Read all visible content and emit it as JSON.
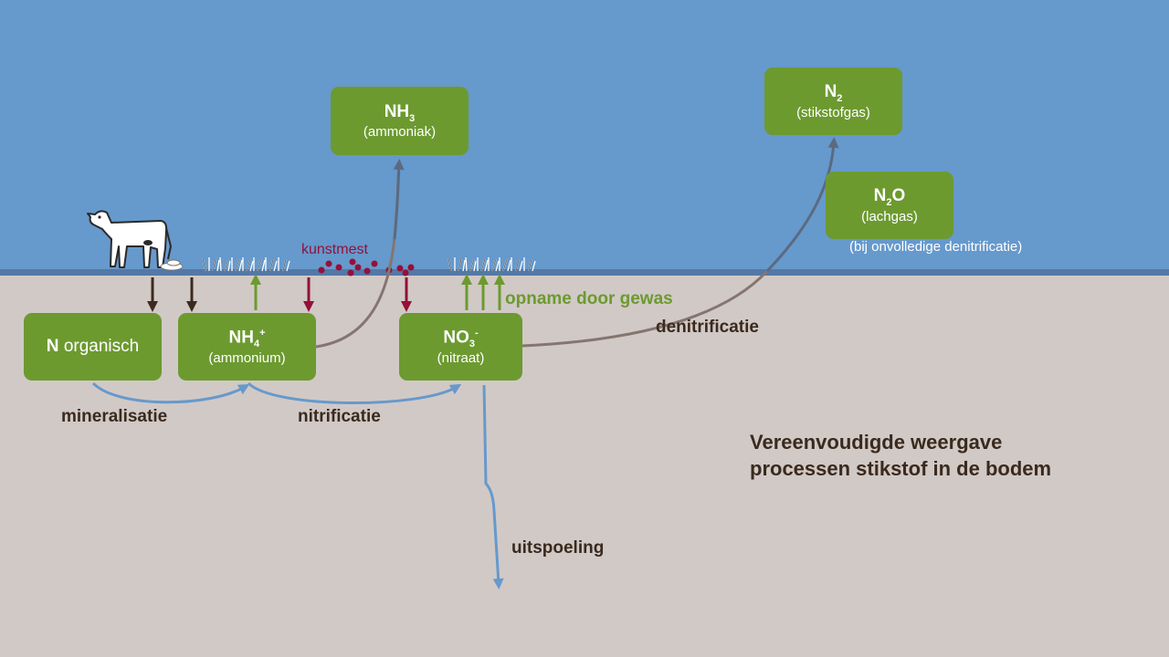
{
  "boxes": {
    "n_org": {
      "main_bold": "N",
      "main_rest": "organisch"
    },
    "nh4": {
      "main": "NH",
      "sub_digit": "4",
      "sup": "+",
      "sub": "(ammonium)"
    },
    "nh3": {
      "main": "NH",
      "sub_digit": "3",
      "sub": "(ammoniak)"
    },
    "no3": {
      "main": "NO",
      "sub_digit": "3",
      "sup": "-",
      "sub": "(nitraat)"
    },
    "n2": {
      "main": "N",
      "sub_digit": "2",
      "sub": "(stikstofgas)"
    },
    "n2o": {
      "main_pre": "N",
      "sub_digit": "2",
      "main_post": "O",
      "sub": "(lachgas)"
    }
  },
  "labels": {
    "kunstmest": "kunstmest",
    "opname": "opname door gewas",
    "denitrificatie": "denitrificatie",
    "mineralisatie": "mineralisatie",
    "nitrificatie": "nitrificatie",
    "uitspoeling": "uitspoeling",
    "n2o_note": "(bij onvolledige denitrificatie)"
  },
  "title": {
    "line1": "Vereenvoudigde weergave",
    "line2": "processen stikstof in de bodem"
  },
  "colors": {
    "sky": "#6699cc",
    "soil": "#d1c9c6",
    "box": "#6c9a2f",
    "input_arrow": "#3d2a1f",
    "uptake_arrow": "#6c9a2f",
    "fertilizer": "#94103a",
    "gas_arrow": "#5b6a80",
    "water_arrow": "#6699cc"
  },
  "icons": [
    "cow-icon",
    "manure-icon",
    "grass-icon",
    "fertilizer-granules-icon"
  ]
}
